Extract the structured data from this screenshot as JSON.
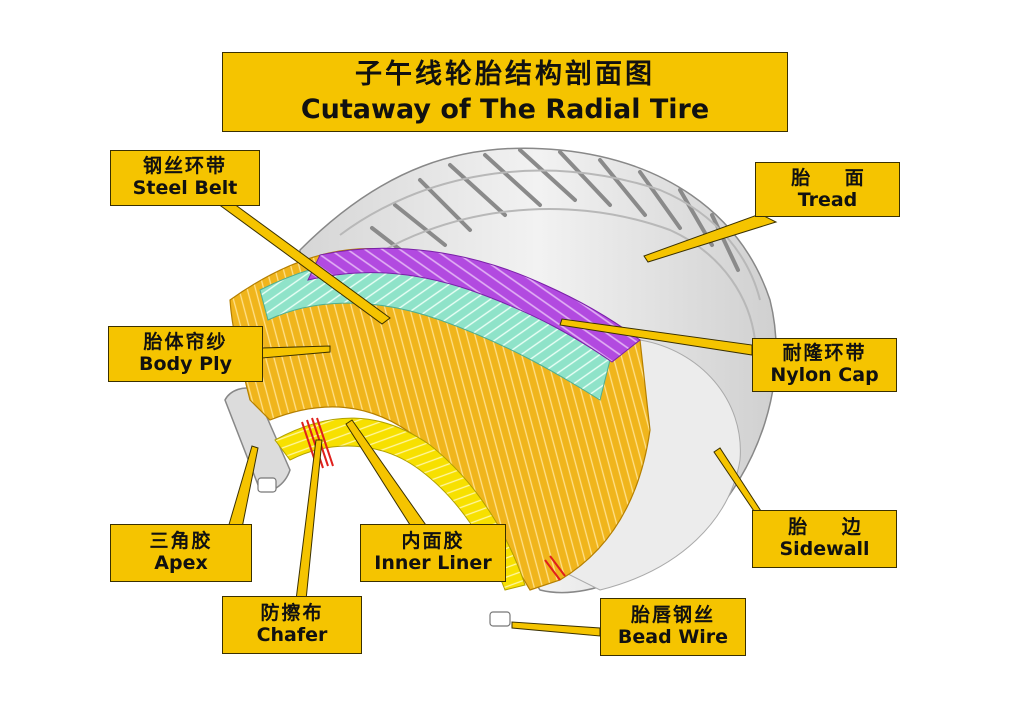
{
  "title": {
    "zh": "子午线轮胎结构剖面图",
    "en": "Cutaway of The Radial Tire"
  },
  "labels": {
    "steel_belt": {
      "zh": "钢丝环带",
      "en": "Steel Belt"
    },
    "tread": {
      "zh": "胎 面",
      "en": "Tread"
    },
    "body_ply": {
      "zh": "胎体帘纱",
      "en": "Body Ply"
    },
    "nylon_cap": {
      "zh": "耐隆环带",
      "en": "Nylon Cap"
    },
    "apex": {
      "zh": "三角胶",
      "en": "Apex"
    },
    "inner_liner": {
      "zh": "内面胶",
      "en": "Inner Liner"
    },
    "sidewall": {
      "zh": "胎 边",
      "en": "Sidewall"
    },
    "chafer": {
      "zh": "防擦布",
      "en": "Chafer"
    },
    "bead_wire": {
      "zh": "胎唇钢丝",
      "en": "Bead Wire"
    }
  },
  "colors": {
    "label_fill": "#f5c400",
    "tire_gray": "#e6e6e6",
    "tread_dark": "#9a9a9a",
    "body_ply": "#f0b51c",
    "steel_belt": "#8fe3c9",
    "nylon_cap": "#b24ae0",
    "inner_liner": "#f7e000",
    "chafer": "#e0201c"
  }
}
